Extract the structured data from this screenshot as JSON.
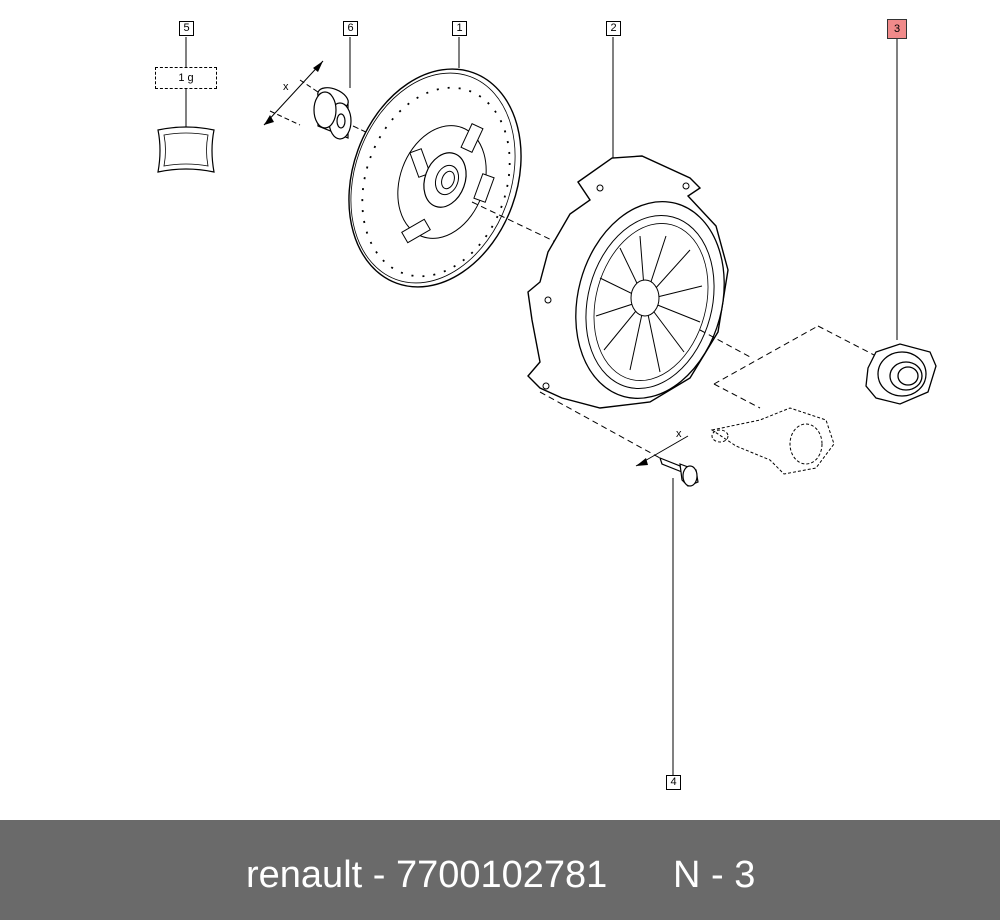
{
  "callouts": {
    "c1": "1",
    "c2": "2",
    "c3": "3",
    "c4": "4",
    "c5": "5",
    "c6": "6"
  },
  "quantity_label": "1 g",
  "dimension_label": "x",
  "highlight_color": "#f08a8a",
  "footer": {
    "brand_part": "renault - 7700102781",
    "code": "N - 3",
    "background_color": "#6a6a6a"
  }
}
